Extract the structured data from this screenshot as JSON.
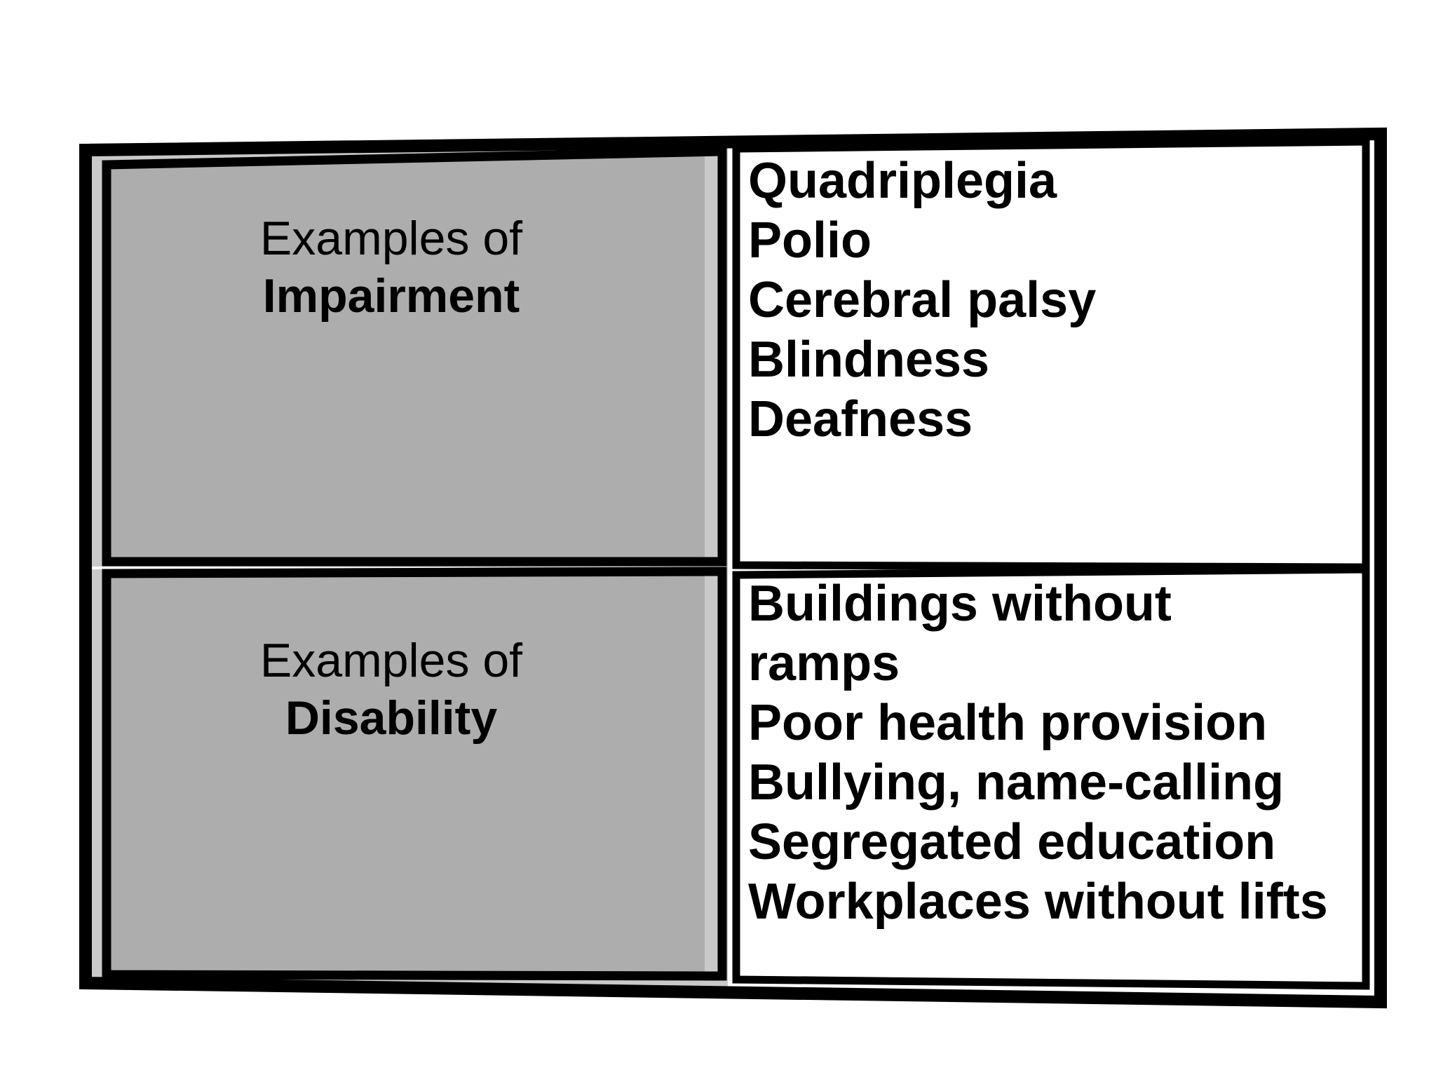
{
  "table": {
    "rows": [
      {
        "header": {
          "line1": "Examples of",
          "line2": "Impairment"
        },
        "examples": {
          "line1": "Quadriplegia",
          "line2": "Polio",
          "line3": "Cerebral palsy",
          "line4": "Blindness",
          "line5": "Deafness"
        }
      },
      {
        "header": {
          "line1": "Examples of",
          "line2": "Disability"
        },
        "examples": {
          "line1": "Buildings without",
          "line2": "ramps",
          "line3": "Poor health provision",
          "line4": "Bullying, name-calling",
          "line5": "Segregated education",
          "line6": "Workplaces without lifts"
        }
      }
    ]
  },
  "colors": {
    "border": "#000000",
    "header_fill": "#adadad",
    "header_backing": "#c9c9c9",
    "example_fill": "#ffffff",
    "page_background": "#ffffff"
  }
}
